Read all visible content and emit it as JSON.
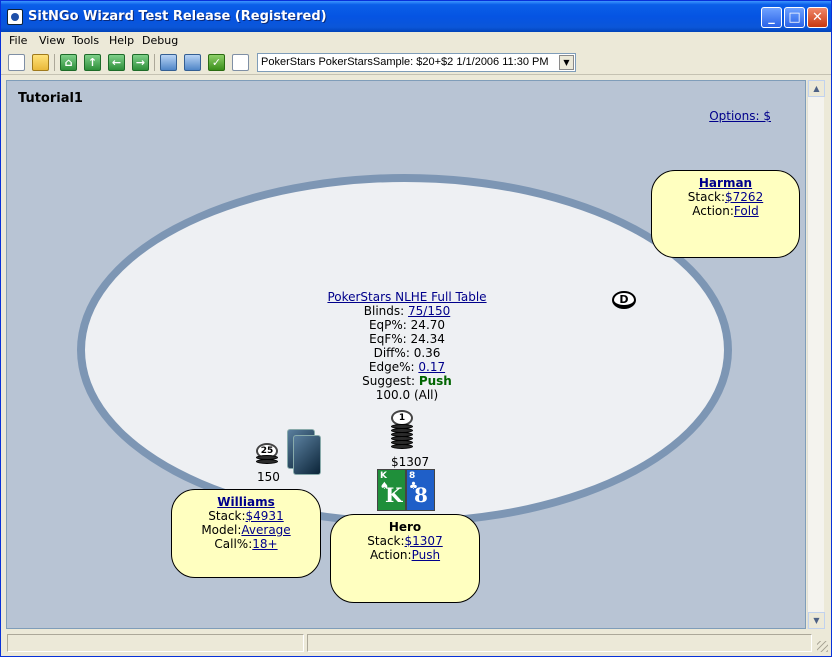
{
  "window": {
    "title": "SitNGo Wizard Test Release (Registered)",
    "minimize": "_",
    "maximize": "□",
    "close": "✕"
  },
  "menu": [
    "File",
    "View",
    "Tools",
    "Help",
    "Debug"
  ],
  "toolbar": {
    "icons": [
      "new-document-icon",
      "open-folder-icon",
      "home-icon",
      "up-arrow-icon",
      "back-arrow-icon",
      "forward-arrow-icon",
      "image-icon",
      "chart-icon",
      "check-icon",
      "clipboard-icon"
    ],
    "hand_selector": "PokerStars PokerStarsSample: $20+$2 1/1/2006 11:30 PM"
  },
  "content": {
    "title": "Tutorial1",
    "options_link": "Options: $"
  },
  "table_info": {
    "table_name": "PokerStars NLHE Full Table",
    "blinds_label": "Blinds:",
    "blinds_value": "75/150",
    "eqp_label": "EqP%:",
    "eqp_value": "24.70",
    "eqf_label": "EqF%:",
    "eqf_value": "24.34",
    "diff_label": "Diff%:",
    "diff_value": "0.36",
    "edge_label": "Edge%:",
    "edge_value": "0.17",
    "suggest_label": "Suggest:",
    "suggest_value": "Push",
    "amount_line": "100.0 (All)"
  },
  "dealer_button": "D",
  "players": {
    "harman": {
      "name": "Harman",
      "stack_label": "Stack:",
      "stack_value": "$7262",
      "action_label": "Action:",
      "action_value": "Fold"
    },
    "williams": {
      "name": "Williams",
      "stack_label": "Stack:",
      "stack_value": "$4931",
      "model_label": "Model:",
      "model_value": "Average",
      "call_label": "Call%:",
      "call_value": "18+",
      "bet_chip": "25",
      "bet_amount": "150"
    },
    "hero": {
      "name": "Hero",
      "stack_label": "Stack:",
      "stack_value": "$1307",
      "action_label": "Action:",
      "action_value": "Push",
      "bet_chip": "1",
      "bet_amount": "$1307",
      "card1_rank": "K",
      "card1_suit": "♠",
      "card2_rank": "8",
      "card2_suit": "♣"
    }
  },
  "colors": {
    "title_bar": "#0554e3",
    "table_felt": "#eef0f3",
    "table_rail": "#7d96b4",
    "background": "#b8c4d4",
    "player_box": "#ffffc0",
    "link": "#00008b",
    "suggest": "#006400",
    "card_spade": "#1f8f3a",
    "card_club": "#1f5fc8"
  }
}
